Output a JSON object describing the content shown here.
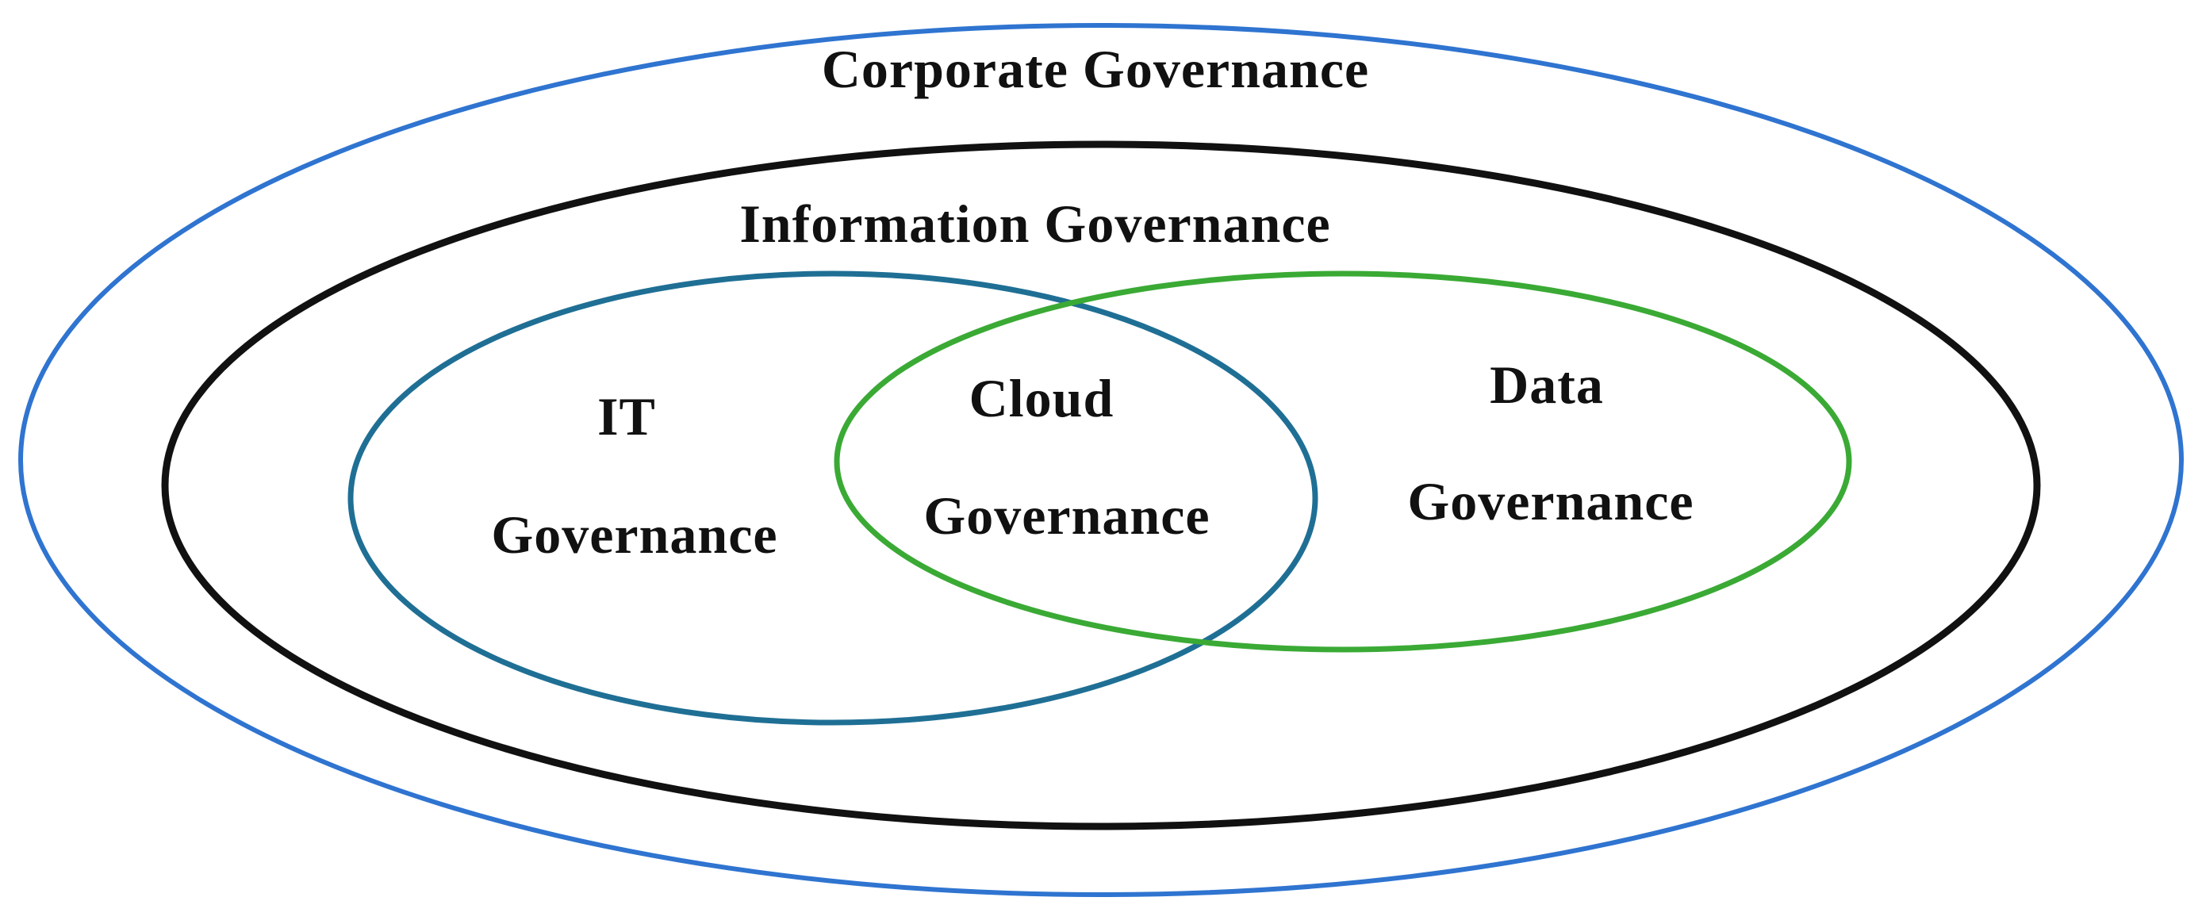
{
  "diagram": {
    "corporate": {
      "label": "Corporate Governance",
      "color": "#2f74d0"
    },
    "information": {
      "label": "Information Governance",
      "color": "#111111"
    },
    "it": {
      "line1": "IT",
      "line2": "Governance",
      "color": "#1f6f95"
    },
    "cloud": {
      "line1": "Cloud",
      "line2": "Governance"
    },
    "data": {
      "line1": "Data",
      "line2": "Governance",
      "color": "#3aaa35"
    }
  }
}
